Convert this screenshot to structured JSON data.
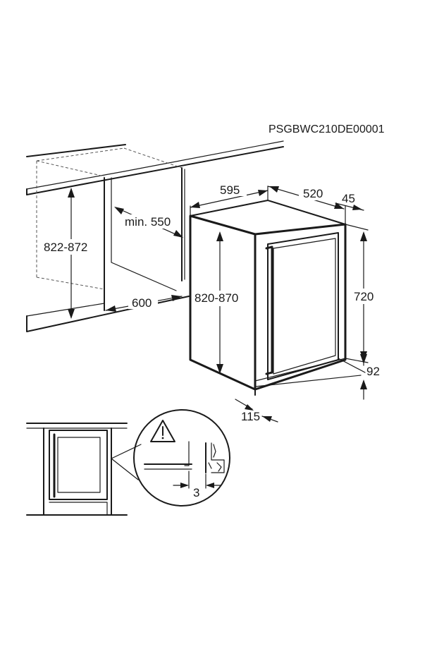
{
  "product_code": "PSGBWC210DE00001",
  "dimensions": {
    "niche_height": "822-872",
    "min_depth": "min. 550",
    "niche_width": "600",
    "appliance_width": "595",
    "appliance_depth": "520",
    "door_depth": "45",
    "adjustable_height": "820-870",
    "cabinet_height": "720",
    "plinth_height": "92",
    "plinth_depth": "115",
    "door_gap": "3"
  },
  "icons": {
    "warning": "warning-triangle-icon"
  },
  "colors": {
    "line": "#1a1a1a",
    "hidden_line": "#555555",
    "background": "#ffffff"
  }
}
